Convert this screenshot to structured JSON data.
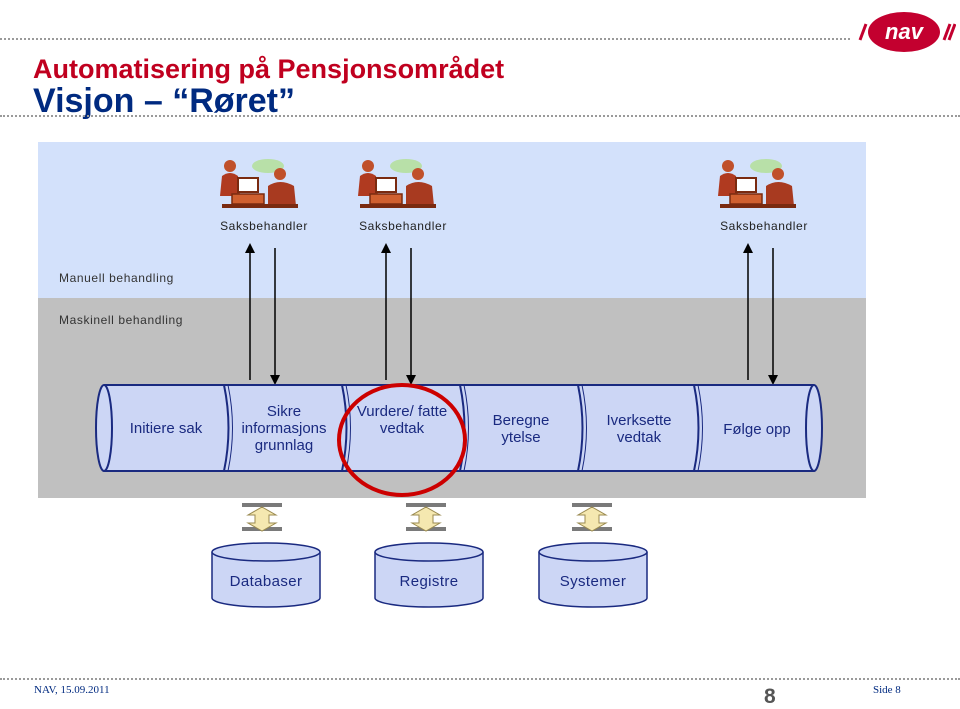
{
  "header": {
    "title_line1": "Automatisering på Pensjonsområdet",
    "title_line2": "Visjon – “Røret”",
    "logo_text": "nav"
  },
  "lanes": {
    "manual": "Manuell behandling",
    "machine": "Maskinell behandling"
  },
  "actors": [
    {
      "label": "Saksbehandler",
      "icon": "caseworker-icon"
    },
    {
      "label": "Saksbehandler",
      "icon": "caseworker-icon"
    },
    {
      "label": "Saksbehandler",
      "icon": "caseworker-icon"
    }
  ],
  "pipe_stages": [
    {
      "label": "Initiere sak"
    },
    {
      "label": "Sikre informasjons grunnlag"
    },
    {
      "label": "Vurdere/ fatte vedtak"
    },
    {
      "label": "Beregne ytelse"
    },
    {
      "label": "Iverksette vedtak"
    },
    {
      "label": "Følge opp"
    }
  ],
  "highlighted_stage": "Vurdere/ fatte vedtak",
  "data_sources": [
    {
      "label": "Databaser"
    },
    {
      "label": "Registre"
    },
    {
      "label": "Systemer"
    }
  ],
  "footer": {
    "left": "NAV, 15.09.2011",
    "page_number": "8",
    "right": "Side 8"
  },
  "colors": {
    "title_red": "#c0001f",
    "title_blue": "#002a80",
    "manual_lane": "#d3e1fb",
    "machine_lane": "#c0c0c0",
    "pipe_fill": "#ccd6f5",
    "pipe_stroke": "#1a2a80",
    "highlight_ring": "#cc0000",
    "exchange_arrow": "#f5e8b0"
  }
}
